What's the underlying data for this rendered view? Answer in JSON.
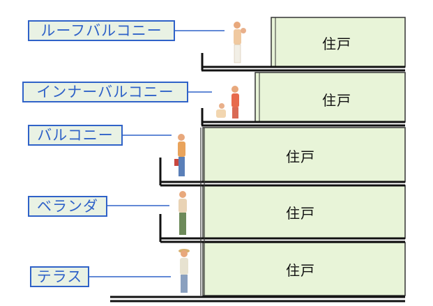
{
  "labels": {
    "roof": "ルーフバルコニー",
    "inner": "インナーバルコニー",
    "balcony": "バルコニー",
    "veranda": "ベランダ",
    "terrace": "テラス"
  },
  "unit_label": "住戸",
  "colors": {
    "unit_fill": "#e8f4d8",
    "line_blue": "#2f62c8",
    "tag_fill": "#e9f2e4",
    "structure": "#111111"
  }
}
